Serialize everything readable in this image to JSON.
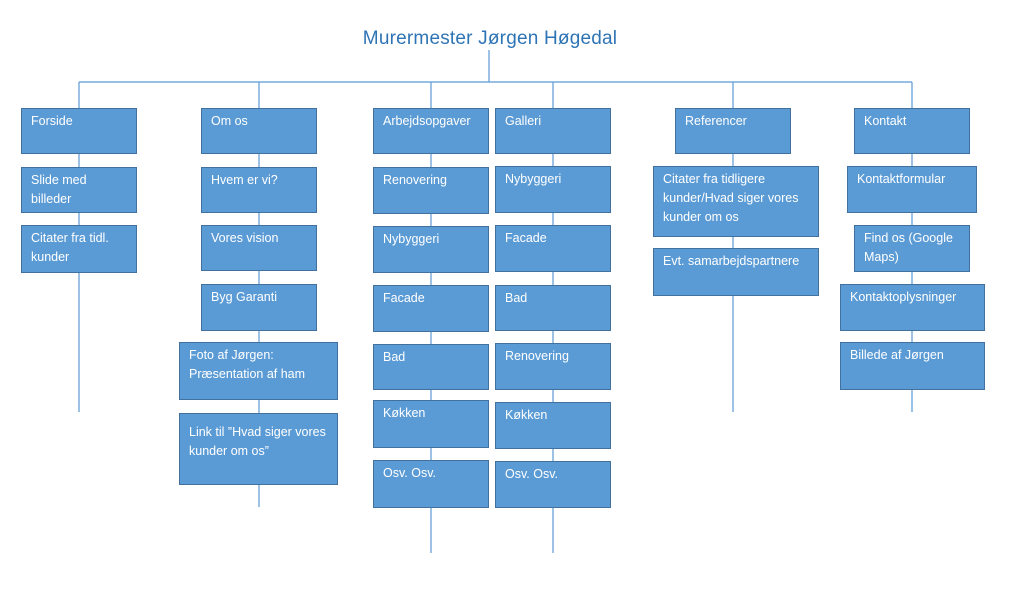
{
  "title": "Murermester Jørgen Høgedal",
  "colors": {
    "box_fill": "#5B9BD5",
    "box_border": "#41719C",
    "line": "#5B9BD5",
    "title": "#2E74B5"
  },
  "columns": [
    {
      "header": "Forside",
      "items": [
        "Slide med billeder",
        "Citater fra tidl. kunder"
      ]
    },
    {
      "header": "Om os",
      "items": [
        "Hvem er vi?",
        "Vores vision",
        "Byg Garanti",
        "Foto af Jørgen: Præsentation af ham",
        "Link til ”Hvad siger vores kunder om os”"
      ]
    },
    {
      "header": "Arbejdsopgaver",
      "items": [
        "Renovering",
        "Nybyggeri",
        "Facade",
        "Bad",
        "Køkken",
        "Osv. Osv."
      ]
    },
    {
      "header": "Galleri",
      "items": [
        "Nybyggeri",
        "Facade",
        "Bad",
        "Renovering",
        "Køkken",
        "Osv. Osv."
      ]
    },
    {
      "header": "Referencer",
      "items": [
        "Citater fra tidligere kunder/Hvad siger vores kunder om os",
        "Evt. samarbejdspartnere"
      ]
    },
    {
      "header": "Kontakt",
      "items": [
        "Kontaktformular",
        "Find os (Google Maps)",
        "Kontaktoplysninger",
        "Billede af Jørgen"
      ]
    }
  ]
}
